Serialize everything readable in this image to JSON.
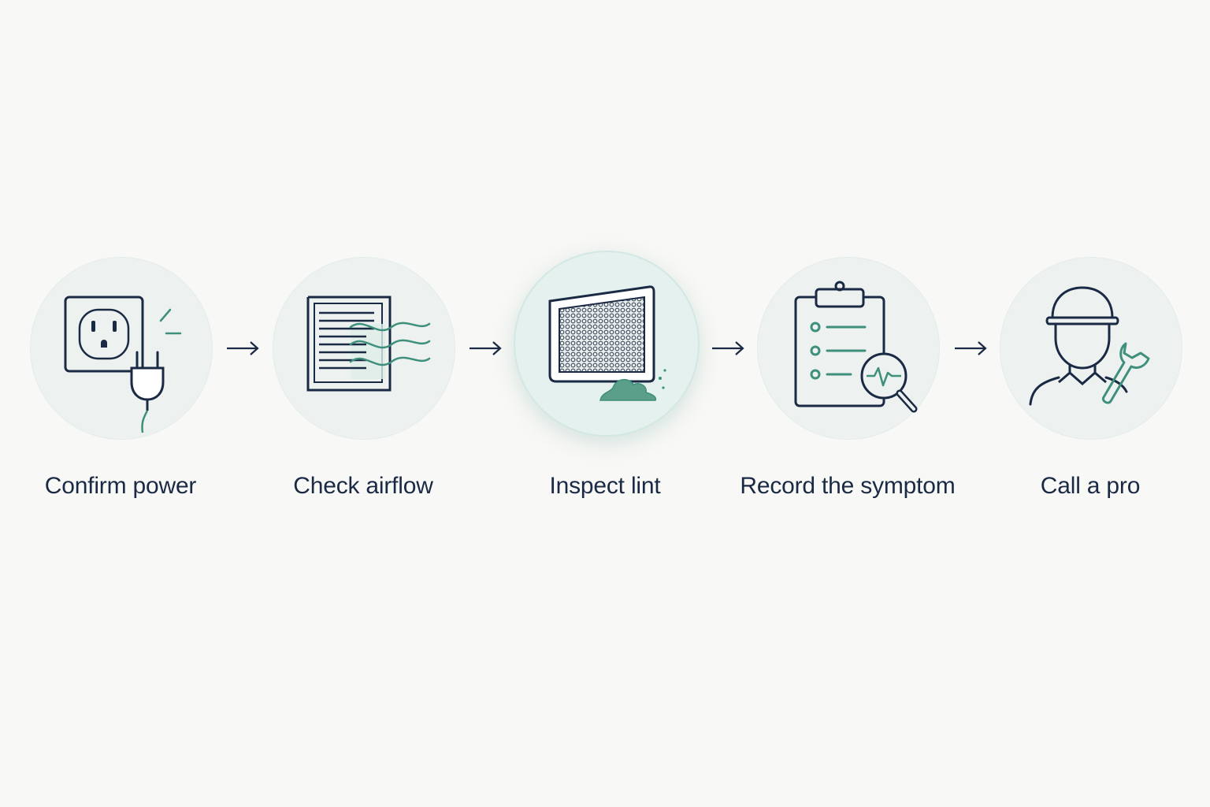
{
  "steps": [
    {
      "label": "Confirm power",
      "icon": "outlet-plug-icon"
    },
    {
      "label": "Check airflow",
      "icon": "vent-airflow-icon"
    },
    {
      "label": "Inspect lint",
      "icon": "lint-filter-icon"
    },
    {
      "label": "Record the symptom",
      "icon": "clipboard-magnifier-icon"
    },
    {
      "label": "Call a pro",
      "icon": "technician-wrench-icon"
    }
  ],
  "colors": {
    "background": "#f8f8f6",
    "circle": "#edf2f1",
    "circle_highlight": "#e4f1ee",
    "ink": "#1b2a44",
    "accent": "#3e8f7b"
  }
}
